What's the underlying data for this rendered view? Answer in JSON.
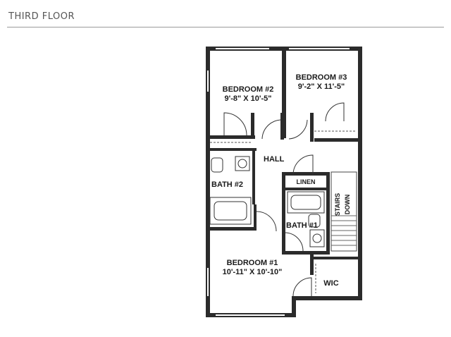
{
  "header": {
    "title": "THIRD FLOOR"
  },
  "rooms": {
    "bedroom2": {
      "name": "BEDROOM #2",
      "dims": "9'-8\" X 10'-5\""
    },
    "bedroom3": {
      "name": "BEDROOM #3",
      "dims": "9'-2\" X 11'-5\""
    },
    "bedroom1": {
      "name": "BEDROOM #1",
      "dims": "10'-11\" X 10'-10\""
    },
    "hall": "HALL",
    "bath2": "BATH #2",
    "bath1": "BATH #1",
    "linen": "LINEN",
    "stairs": "STAIRS",
    "stairs_dir": "DOWN",
    "wic": "WIC"
  },
  "colors": {
    "wall": "#2b2b2b",
    "rule": "#9a9a9a",
    "header_text": "#555555"
  }
}
